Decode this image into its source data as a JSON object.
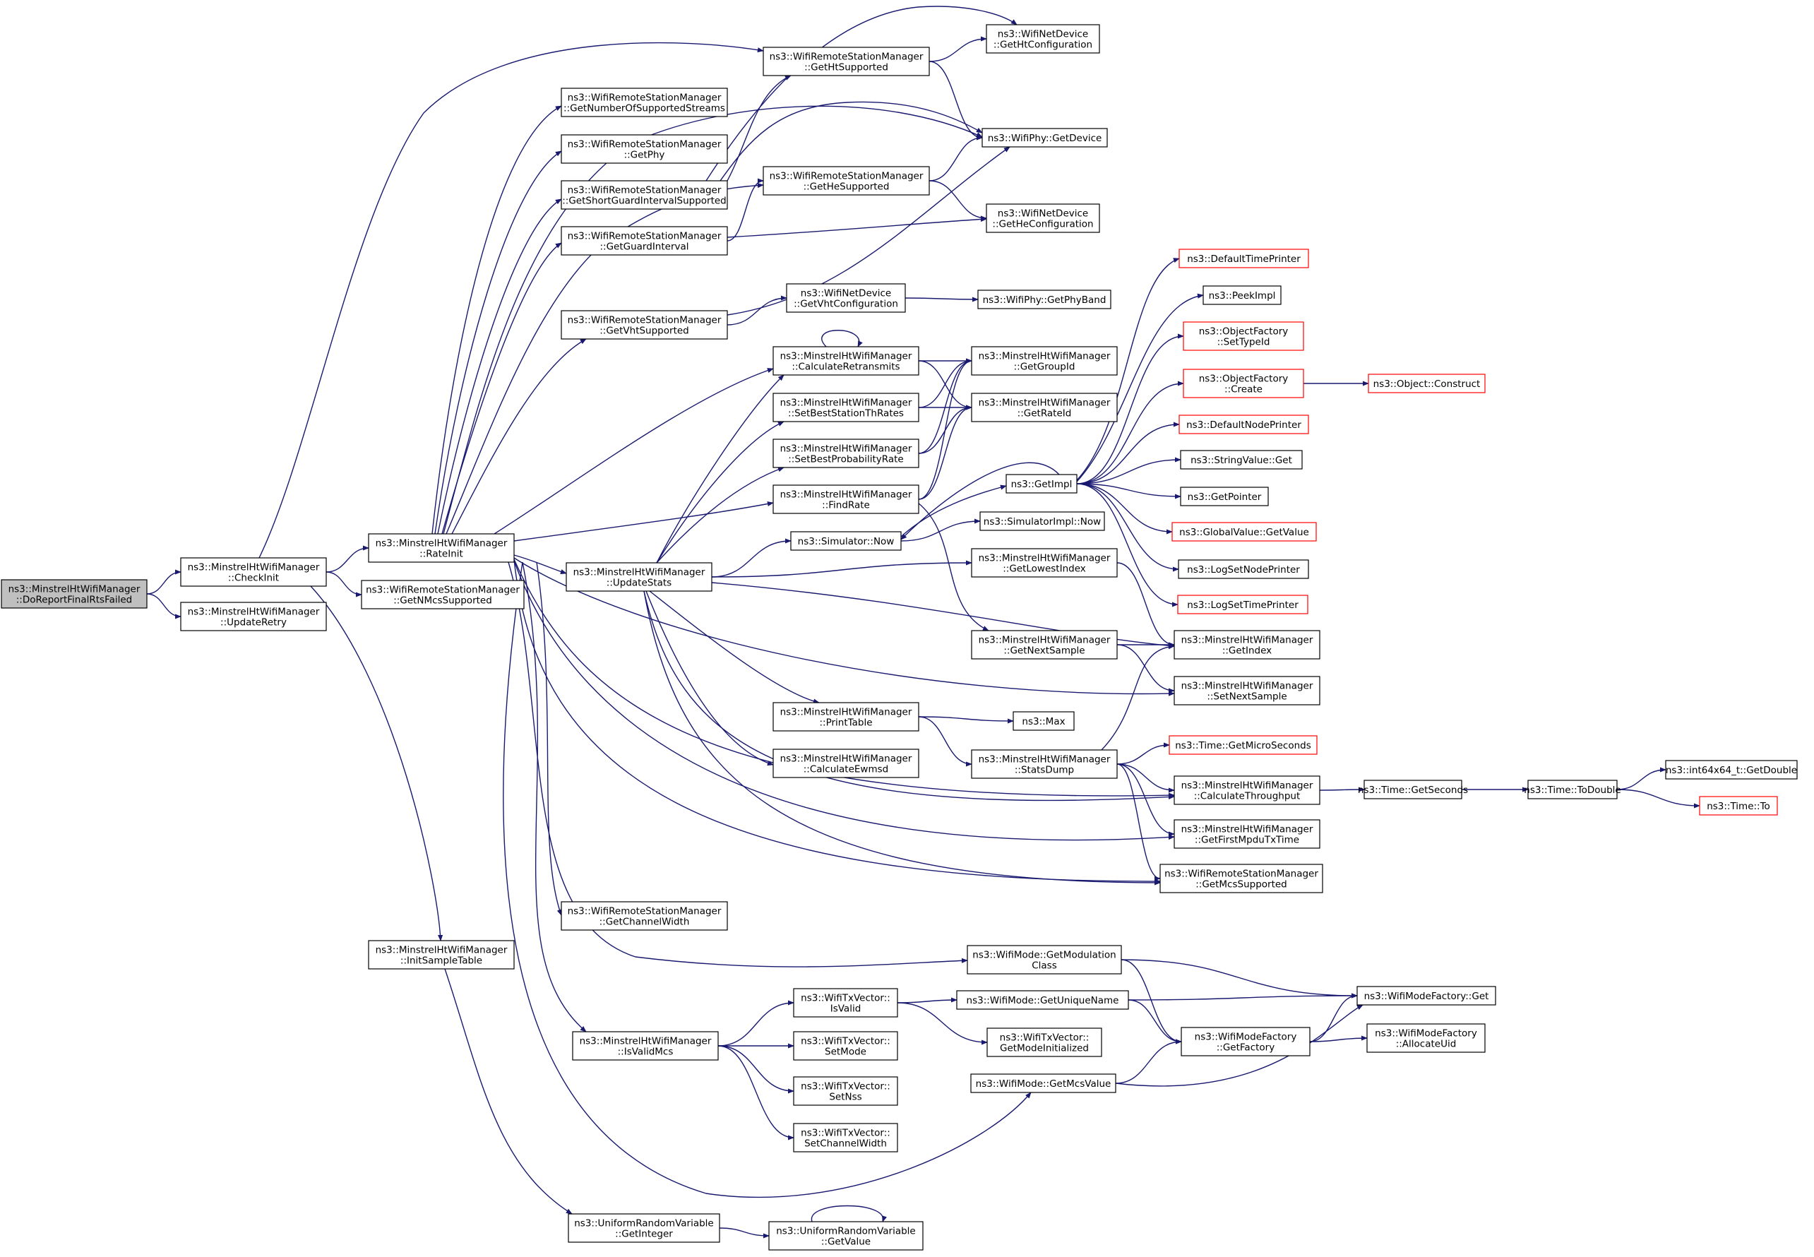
{
  "graph": {
    "nodes": [
      {
        "id": "root",
        "lines": [
          "ns3::MinstrelHtWifiManager",
          "::DoReportFinalRtsFailed"
        ],
        "style": "root"
      },
      {
        "id": "checkinit",
        "lines": [
          "ns3::MinstrelHtWifiManager",
          "::CheckInit"
        ]
      },
      {
        "id": "updateretry",
        "lines": [
          "ns3::MinstrelHtWifiManager",
          "::UpdateRetry"
        ]
      },
      {
        "id": "rateinit",
        "lines": [
          "ns3::MinstrelHtWifiManager",
          "::RateInit"
        ]
      },
      {
        "id": "getnmcs",
        "lines": [
          "ns3::WifiRemoteStationManager",
          "::GetNMcsSupported"
        ]
      },
      {
        "id": "initsample",
        "lines": [
          "ns3::MinstrelHtWifiManager",
          "::InitSampleTable"
        ]
      },
      {
        "id": "getnss",
        "lines": [
          "ns3::WifiRemoteStationManager",
          "::GetNumberOfSupportedStreams"
        ]
      },
      {
        "id": "getphy",
        "lines": [
          "ns3::WifiRemoteStationManager",
          "::GetPhy"
        ]
      },
      {
        "id": "getsgi",
        "lines": [
          "ns3::WifiRemoteStationManager",
          "::GetShortGuardIntervalSupported"
        ]
      },
      {
        "id": "getgi",
        "lines": [
          "ns3::WifiRemoteStationManager",
          "::GetGuardInterval"
        ]
      },
      {
        "id": "getvht",
        "lines": [
          "ns3::WifiRemoteStationManager",
          "::GetVhtSupported"
        ]
      },
      {
        "id": "getht",
        "lines": [
          "ns3::WifiRemoteStationManager",
          "::GetHtSupported"
        ]
      },
      {
        "id": "gethe",
        "lines": [
          "ns3::WifiRemoteStationManager",
          "::GetHeSupported"
        ]
      },
      {
        "id": "nd_getht",
        "lines": [
          "ns3::WifiNetDevice",
          "::GetHtConfiguration"
        ]
      },
      {
        "id": "phy_getdev",
        "lines": [
          "ns3::WifiPhy::GetDevice"
        ]
      },
      {
        "id": "nd_gethe",
        "lines": [
          "ns3::WifiNetDevice",
          "::GetHeConfiguration"
        ]
      },
      {
        "id": "nd_getvht",
        "lines": [
          "ns3::WifiNetDevice",
          "::GetVhtConfiguration"
        ]
      },
      {
        "id": "phy_band",
        "lines": [
          "ns3::WifiPhy::GetPhyBand"
        ]
      },
      {
        "id": "calcretr",
        "lines": [
          "ns3::MinstrelHtWifiManager",
          "::CalculateRetransmits"
        ]
      },
      {
        "id": "setbestth",
        "lines": [
          "ns3::MinstrelHtWifiManager",
          "::SetBestStationThRates"
        ]
      },
      {
        "id": "setbestprob",
        "lines": [
          "ns3::MinstrelHtWifiManager",
          "::SetBestProbabilityRate"
        ]
      },
      {
        "id": "findrate",
        "lines": [
          "ns3::MinstrelHtWifiManager",
          "::FindRate"
        ]
      },
      {
        "id": "getgroupid",
        "lines": [
          "ns3::MinstrelHtWifiManager",
          "::GetGroupId"
        ]
      },
      {
        "id": "getrateid",
        "lines": [
          "ns3::MinstrelHtWifiManager",
          "::GetRateId"
        ]
      },
      {
        "id": "updatestats",
        "lines": [
          "ns3::MinstrelHtWifiManager",
          "::UpdateStats"
        ]
      },
      {
        "id": "simnow",
        "lines": [
          "ns3::Simulator::Now"
        ]
      },
      {
        "id": "getimpl",
        "lines": [
          "ns3::GetImpl"
        ]
      },
      {
        "id": "simimplnow",
        "lines": [
          "ns3::SimulatorImpl::Now"
        ]
      },
      {
        "id": "getlowest",
        "lines": [
          "ns3::MinstrelHtWifiManager",
          "::GetLowestIndex"
        ]
      },
      {
        "id": "getnextsample",
        "lines": [
          "ns3::MinstrelHtWifiManager",
          "::GetNextSample"
        ]
      },
      {
        "id": "getindex",
        "lines": [
          "ns3::MinstrelHtWifiManager",
          "::GetIndex"
        ]
      },
      {
        "id": "setnextsample",
        "lines": [
          "ns3::MinstrelHtWifiManager",
          "::SetNextSample"
        ]
      },
      {
        "id": "printtable",
        "lines": [
          "ns3::MinstrelHtWifiManager",
          "::PrintTable"
        ]
      },
      {
        "id": "calcewmsd",
        "lines": [
          "ns3::MinstrelHtWifiManager",
          "::CalculateEwmsd"
        ]
      },
      {
        "id": "max",
        "lines": [
          "ns3::Max"
        ]
      },
      {
        "id": "statsdump",
        "lines": [
          "ns3::MinstrelHtWifiManager",
          "::StatsDump"
        ]
      },
      {
        "id": "getmicro",
        "lines": [
          "ns3::Time::GetMicroSeconds"
        ],
        "style": "trunc"
      },
      {
        "id": "calcthr",
        "lines": [
          "ns3::MinstrelHtWifiManager",
          "::CalculateThroughput"
        ]
      },
      {
        "id": "getfirstmpdu",
        "lines": [
          "ns3::MinstrelHtWifiManager",
          "::GetFirstMpduTxTime"
        ]
      },
      {
        "id": "getmcssup",
        "lines": [
          "ns3::WifiRemoteStationManager",
          "::GetMcsSupported"
        ]
      },
      {
        "id": "timesec",
        "lines": [
          "ns3::Time::GetSeconds"
        ]
      },
      {
        "id": "todouble",
        "lines": [
          "ns3::Time::ToDouble"
        ]
      },
      {
        "id": "i64double",
        "lines": [
          "ns3::int64x64_t::GetDouble"
        ]
      },
      {
        "id": "timeto",
        "lines": [
          "ns3::Time::To"
        ],
        "style": "trunc"
      },
      {
        "id": "getchw",
        "lines": [
          "ns3::WifiRemoteStationManager",
          "::GetChannelWidth"
        ]
      },
      {
        "id": "getmodclass",
        "lines": [
          "ns3::WifiMode::GetModulation",
          "Class"
        ]
      },
      {
        "id": "isvalidmcs",
        "lines": [
          "ns3::MinstrelHtWifiManager",
          "::IsValidMcs"
        ]
      },
      {
        "id": "txvalid",
        "lines": [
          "ns3::WifiTxVector::",
          "IsValid"
        ]
      },
      {
        "id": "txsetmode",
        "lines": [
          "ns3::WifiTxVector::",
          "SetMode"
        ]
      },
      {
        "id": "txsetnss",
        "lines": [
          "ns3::WifiTxVector::",
          "SetNss"
        ]
      },
      {
        "id": "txsetchw",
        "lines": [
          "ns3::WifiTxVector::",
          "SetChannelWidth"
        ]
      },
      {
        "id": "uniquename",
        "lines": [
          "ns3::WifiMode::GetUniqueName"
        ]
      },
      {
        "id": "modeinit",
        "lines": [
          "ns3::WifiTxVector::",
          "GetModeInitialized"
        ]
      },
      {
        "id": "getmcsval",
        "lines": [
          "ns3::WifiMode::GetMcsValue"
        ]
      },
      {
        "id": "getfactory",
        "lines": [
          "ns3::WifiModeFactory",
          "::GetFactory"
        ]
      },
      {
        "id": "mfget",
        "lines": [
          "ns3::WifiModeFactory::Get"
        ]
      },
      {
        "id": "allocuid",
        "lines": [
          "ns3::WifiModeFactory",
          "::AllocateUid"
        ]
      },
      {
        "id": "urvint",
        "lines": [
          "ns3::UniformRandomVariable",
          "::GetInteger"
        ]
      },
      {
        "id": "urvval",
        "lines": [
          "ns3::UniformRandomVariable",
          "::GetValue"
        ]
      },
      {
        "id": "deftime",
        "lines": [
          "ns3::DefaultTimePrinter"
        ],
        "style": "trunc"
      },
      {
        "id": "peekimpl",
        "lines": [
          "ns3::PeekImpl"
        ]
      },
      {
        "id": "ofsettype",
        "lines": [
          "ns3::ObjectFactory",
          "::SetTypeId"
        ],
        "style": "trunc"
      },
      {
        "id": "ofcreate",
        "lines": [
          "ns3::ObjectFactory",
          "::Create"
        ],
        "style": "trunc"
      },
      {
        "id": "objconstruct",
        "lines": [
          "ns3::Object::Construct"
        ],
        "style": "trunc"
      },
      {
        "id": "defnode",
        "lines": [
          "ns3::DefaultNodePrinter"
        ],
        "style": "trunc"
      },
      {
        "id": "strget",
        "lines": [
          "ns3::StringValue::Get"
        ]
      },
      {
        "id": "getpointer",
        "lines": [
          "ns3::GetPointer"
        ]
      },
      {
        "id": "gvgetvalue",
        "lines": [
          "ns3::GlobalValue::GetValue"
        ],
        "style": "trunc"
      },
      {
        "id": "lognode",
        "lines": [
          "ns3::LogSetNodePrinter"
        ]
      },
      {
        "id": "logtime",
        "lines": [
          "ns3::LogSetTimePrinter"
        ],
        "style": "trunc"
      }
    ]
  }
}
